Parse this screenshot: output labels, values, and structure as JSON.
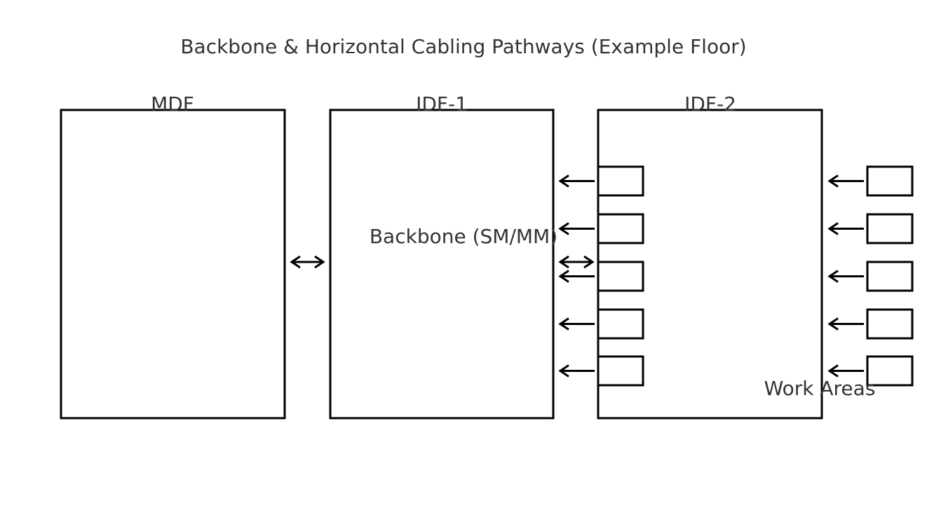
{
  "title": "Backbone & Horizontal Cabling Pathways (Example Floor)",
  "rooms": [
    {
      "label": "MDF"
    },
    {
      "label": "IDF-1"
    },
    {
      "label": "IDF-2"
    }
  ],
  "backbone_label": "Backbone (SM/MM)",
  "work_areas_label": "Work Areas",
  "work_area_outlets_per_idf": 5,
  "line_color": "#000000",
  "text_color": "#333333"
}
